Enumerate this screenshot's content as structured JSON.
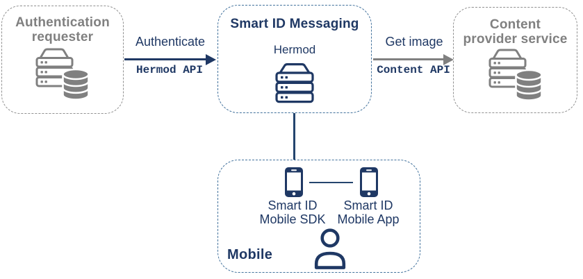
{
  "diagram": {
    "colors": {
      "navy": "#1F3864",
      "gray": "#808080",
      "box_border_gray": "#909090",
      "box_border_blue": "#41719C"
    },
    "nodes": {
      "auth_requester": {
        "title_line1": "Authentication",
        "title_line2": "requester",
        "icon": "server-database-icon"
      },
      "messaging": {
        "title": "Smart ID Messaging",
        "subtitle": "Hermod",
        "icon": "server-icon"
      },
      "content_provider": {
        "title_line1": "Content",
        "title_line2": "provider service",
        "icon": "server-database-icon"
      },
      "mobile": {
        "title": "Mobile",
        "sdk_label_line1": "Smart ID",
        "sdk_label_line2": "Mobile SDK",
        "app_label_line1": "Smart ID",
        "app_label_line2": "Mobile App",
        "icons": [
          "smartphone-icon",
          "smartphone-icon",
          "person-icon"
        ]
      }
    },
    "edges": {
      "authenticate": {
        "label": "Authenticate",
        "api_label": "Hermod API"
      },
      "get_image": {
        "label": "Get image",
        "api_label": "Content API"
      }
    }
  }
}
